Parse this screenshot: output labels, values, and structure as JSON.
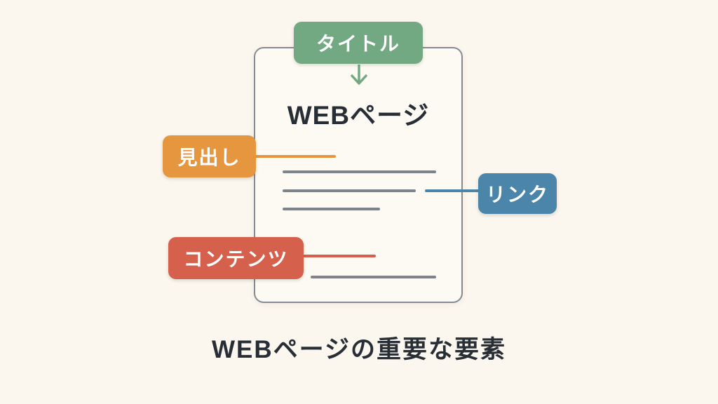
{
  "colors": {
    "bg": "#fbf6ee",
    "doc-fill": "#fdfaf3",
    "doc-border": "#858b93",
    "line-gray": "#7d838b",
    "green": "#72a983",
    "orange": "#e6963f",
    "blue": "#4b86aa",
    "red": "#d5604b",
    "text-dark": "#272e36"
  },
  "caption": "WEBページの重要な要素",
  "document": {
    "title": "WEBページ",
    "content_line_count": 4
  },
  "labels": {
    "title": {
      "text": "タイトル"
    },
    "heading": {
      "text": "見出し"
    },
    "link": {
      "text": "リンク"
    },
    "content": {
      "text": "コンテンツ"
    }
  }
}
